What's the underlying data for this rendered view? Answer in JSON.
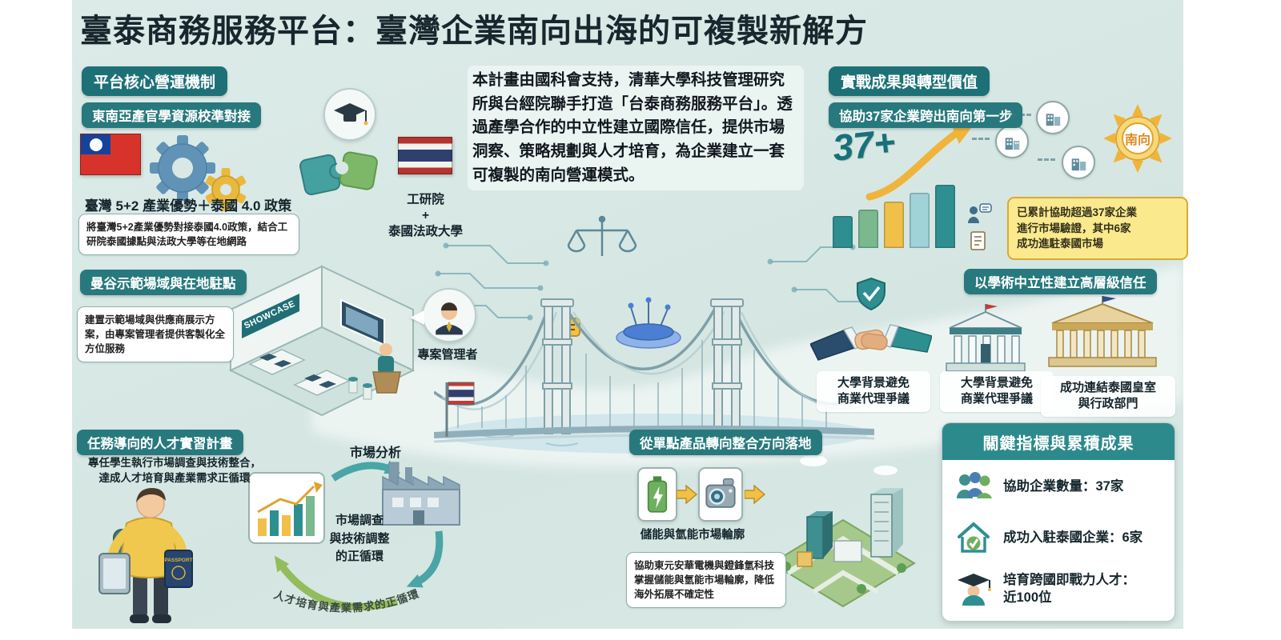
{
  "poster": {
    "title": "臺泰商務服務平台：臺灣企業南向出海的可複製新解方",
    "intro": "本計畫由國科會支持，清華大學科技管理研究所與台經院聯手打造「台泰商務服務平台」。透過產學合作的中立性建立國際信任，提供市場洞察、策略規劃與人才培育，為企業建立一套可複製的南向營運模式。"
  },
  "core": {
    "badge": "平台核心營運機制",
    "sub_badge": "東南亞產官學資源校準對接",
    "flags_caption": "臺灣 5+2 產業優勢＋泰國 4.0 政策",
    "partners": "工研院\n+\n泰國法政大學",
    "note": "將臺灣5+2產業優勢對接泰國4.0政策，結合工研院泰國據點與法政大學等在地網路"
  },
  "bangkok": {
    "badge": "曼谷示範場域與在地駐點",
    "note": "建置示範場域與供應商展示方案，由專案管理者提供客製化全方位服務",
    "showcase_sign": "SHOWCASE",
    "pm_label": "專案管理者"
  },
  "talent": {
    "badge": "任務導向的人才實習計畫",
    "headline": "專任學生執行市場調查與技術整合，\n達成人才培育與產業需求正循環",
    "passport_label": "PASSPORT",
    "cycle_top_label": "市場分析",
    "cycle_center": "市場調查\n與技術調整\n的正循環",
    "cycle_arc": "人才培育與產業需求的正循環"
  },
  "results": {
    "badge": "實戰成果與轉型價值",
    "sub_badge": "協助37家企業跨出南向第一步",
    "stat": "37+",
    "sun_label": "南向",
    "highlight": "已累計協助超過37家企業\n進行市場驗證，其中6家\n成功進駐泰國市場"
  },
  "trust": {
    "badge": "以學術中立性建立高層級信任",
    "labels": [
      "大學背景避免\n商業代理爭議",
      "大學背景避免\n商業代理爭議",
      "成功連結泰國皇室\n與行政部門"
    ]
  },
  "landing": {
    "badge": "從單點產品轉向整合方向落地",
    "market_label": "儲能與氫能市場輪廓",
    "note": "協助東元安華電機與鐙鋒氫科技掌握儲能與氫能市場輪廓，降低海外拓展不確定性"
  },
  "kpi": {
    "title": "關鍵指標與累積成果",
    "items": [
      {
        "label": "協助企業數量：37家"
      },
      {
        "label": "成功入駐泰國企業：6家"
      },
      {
        "label": "培育跨國即戰力人才：\n近100位"
      }
    ]
  },
  "chart_data": {
    "type": "bar",
    "values": [
      46,
      56,
      68,
      80,
      92
    ],
    "colors": [
      "#2e8f90",
      "#7ab88e",
      "#f0c04a",
      "#9fd3d8",
      "#2e8f90"
    ],
    "annotation": "37+"
  }
}
